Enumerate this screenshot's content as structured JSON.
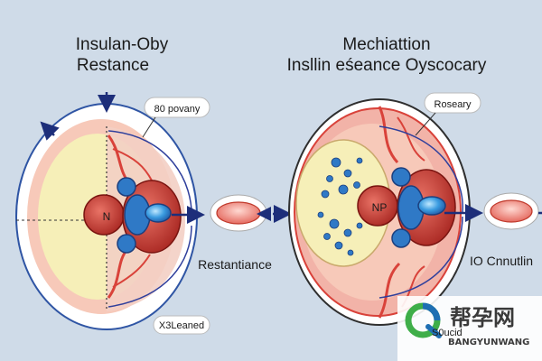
{
  "left": {
    "title_line1": "Insulan-Oby",
    "title_line2": "Restance",
    "callout": "80 povany",
    "footer_label": "Restantiance",
    "bottom_callout": "X3Leaned"
  },
  "right": {
    "title_line1": "Mechiattion",
    "title_line2": "Insllin eśeance Oyscocary",
    "callout": "Roseary",
    "cell_letter": "NP",
    "side_label": "IO Cnnutlin",
    "bottom_partial": "S0ucid"
  },
  "left_cell_letter": "N",
  "watermark": {
    "cn": "帮孕网",
    "en": "BANGYUNWANG",
    "colors": {
      "green": "#3fae49",
      "blue": "#1f6fb3"
    }
  },
  "colors": {
    "background": "#cfdbe8",
    "cell_red": "#d9423a",
    "cell_pink": "#f2b3a8",
    "nucleus_yellow": "#f6efb8",
    "blue_receptor": "#2f79c6",
    "arrow_navy": "#1d2e7a"
  }
}
